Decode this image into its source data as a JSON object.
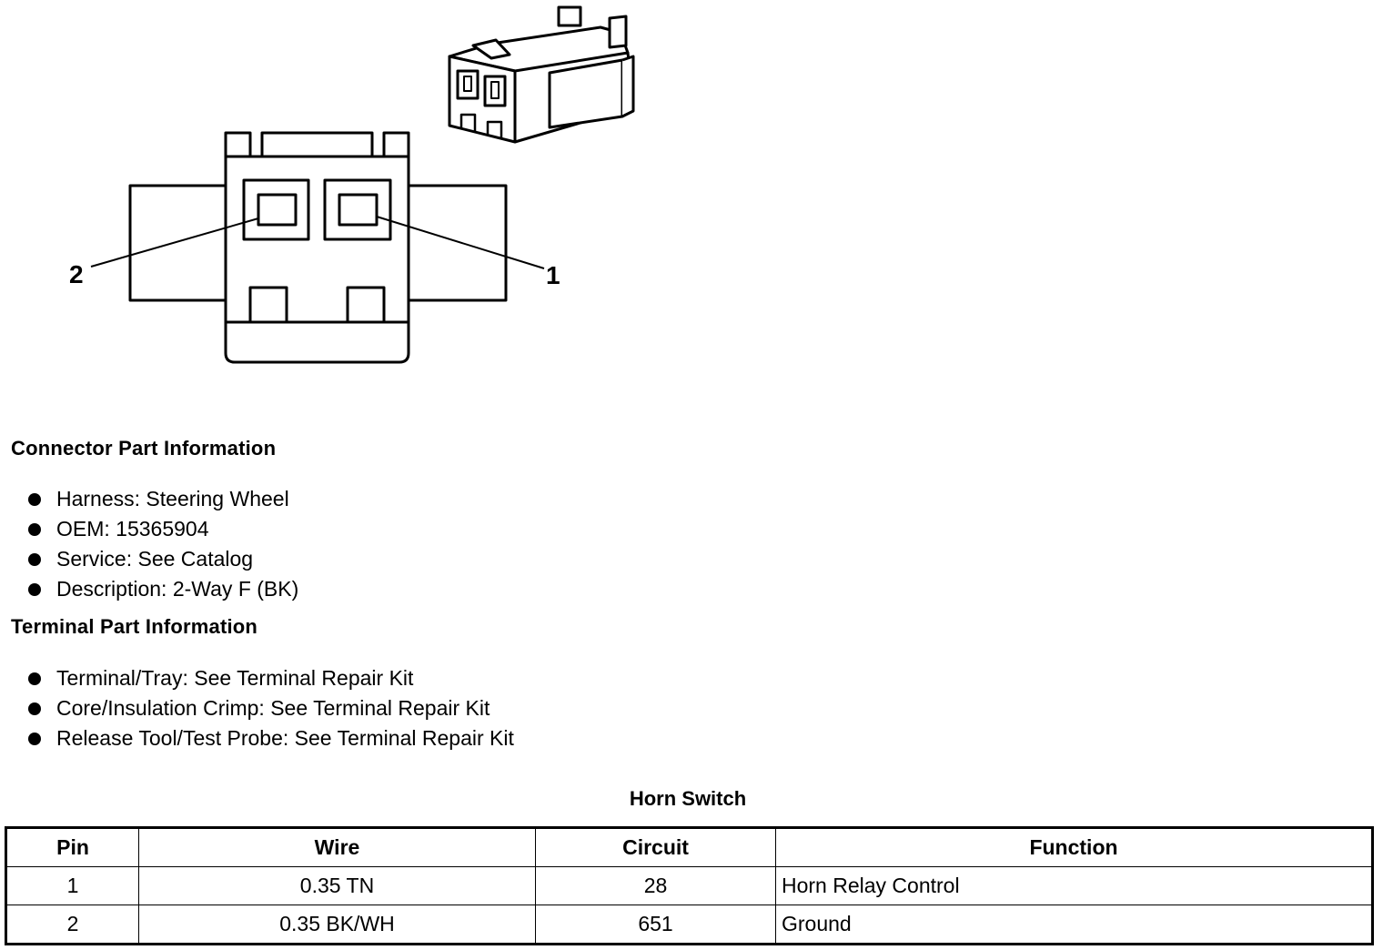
{
  "figure": {
    "pin_labels": [
      "2",
      "1"
    ]
  },
  "connector_info": {
    "heading": "Connector Part Information",
    "items": [
      "Harness: Steering Wheel",
      "OEM: 15365904",
      "Service: See Catalog",
      "Description: 2-Way F (BK)"
    ]
  },
  "terminal_info": {
    "heading": "Terminal Part Information",
    "items": [
      "Terminal/Tray: See Terminal Repair Kit",
      "Core/Insulation Crimp: See Terminal Repair Kit",
      "Release Tool/Test Probe: See Terminal Repair Kit"
    ]
  },
  "table": {
    "caption": "Horn Switch",
    "headers": [
      "Pin",
      "Wire",
      "Circuit",
      "Function"
    ],
    "rows": [
      [
        "1",
        "0.35 TN",
        "28",
        "Horn Relay Control"
      ],
      [
        "2",
        "0.35 BK/WH",
        "651",
        "Ground"
      ]
    ]
  }
}
